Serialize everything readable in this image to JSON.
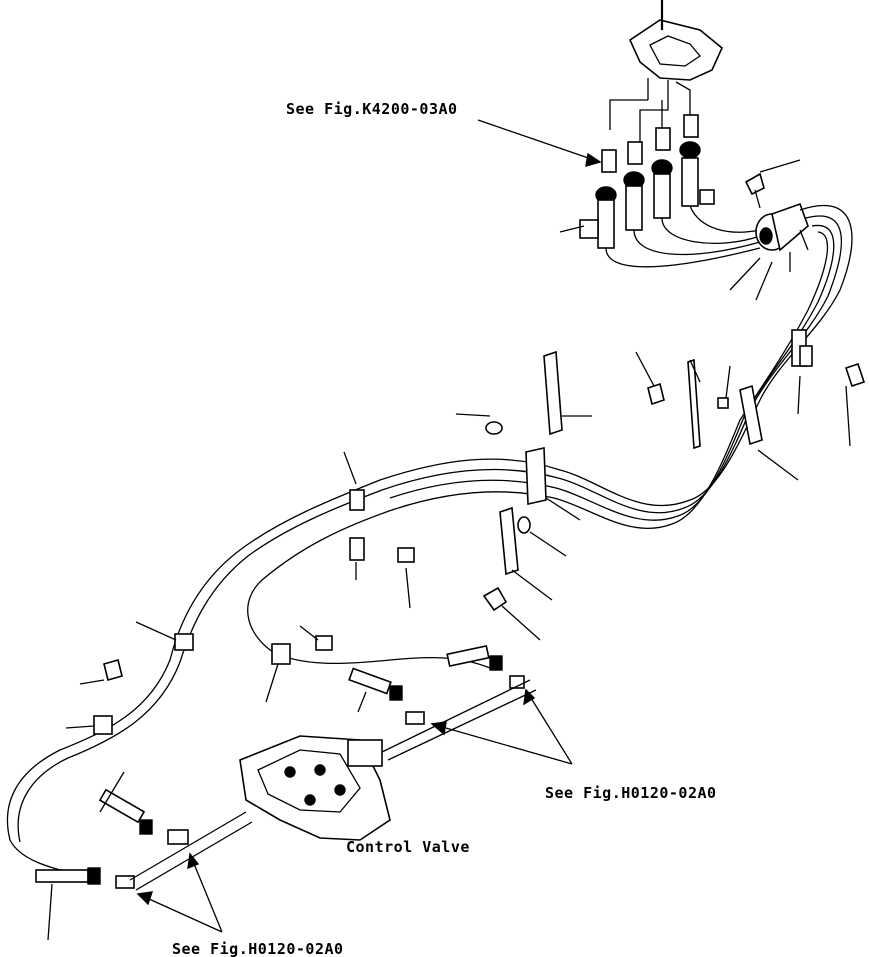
{
  "labels": {
    "ref_top": "See Fig.K4200-03A0",
    "ref_right": "See Fig.H0120-02A0",
    "ref_bottom": "See Fig.H0120-02A0",
    "control_valve": "Control Valve"
  }
}
